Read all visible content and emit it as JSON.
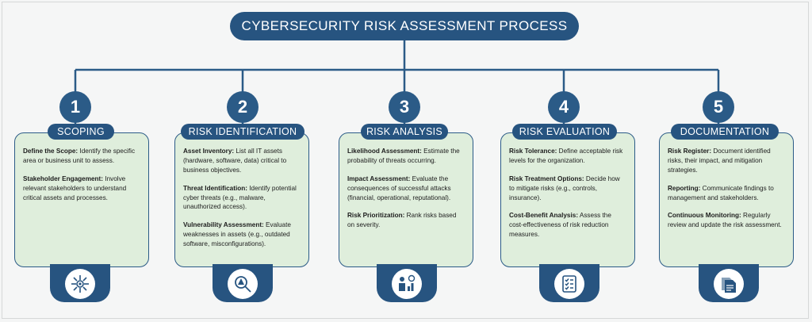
{
  "title": "CYBERSECURITY RISK ASSESSMENT PROCESS",
  "steps": [
    {
      "number": "1",
      "heading": "SCOPING",
      "icon": "network-target-icon",
      "items": [
        {
          "term": "Define the Scope:",
          "text": " Identify the specific area or business unit to assess."
        },
        {
          "term": "Stakeholder Engagement:",
          "text": " Involve relevant stakeholders to understand critical assets and processes."
        }
      ]
    },
    {
      "number": "2",
      "heading": "RISK IDENTIFICATION",
      "icon": "magnifier-warning-icon",
      "items": [
        {
          "term": "Asset Inventory:",
          "text": " List all IT assets (hardware, software, data) critical to business objectives."
        },
        {
          "term": "Threat Identification:",
          "text": " Identify potential cyber threats (e.g., malware, unauthorized access)."
        },
        {
          "term": "Vulnerability Assessment:",
          "text": " Evaluate weaknesses in assets (e.g., outdated software, misconfigurations)."
        }
      ]
    },
    {
      "number": "3",
      "heading": "RISK ANALYSIS",
      "icon": "analyst-chart-icon",
      "items": [
        {
          "term": "Likelihood Assessment:",
          "text": " Estimate the probability of threats occurring."
        },
        {
          "term": "Impact Assessment:",
          "text": " Evaluate the consequences of successful attacks (financial, operational, reputational)."
        },
        {
          "term": "Risk Prioritization:",
          "text": " Rank risks based on severity."
        }
      ]
    },
    {
      "number": "4",
      "heading": "RISK EVALUATION",
      "icon": "checklist-icon",
      "items": [
        {
          "term": "Risk Tolerance:",
          "text": " Define acceptable risk levels for the organization."
        },
        {
          "term": "Risk Treatment Options:",
          "text": " Decide how to mitigate risks (e.g., controls, insurance)."
        },
        {
          "term": "Cost-Benefit Analysis:",
          "text": " Assess the cost-effectiveness of risk reduction measures."
        }
      ]
    },
    {
      "number": "5",
      "heading": "DOCUMENTATION",
      "icon": "documents-icon",
      "items": [
        {
          "term": "Risk Register:",
          "text": " Document identified risks, their impact, and mitigation strategies."
        },
        {
          "term": "Reporting:",
          "text": " Communicate findings to management and stakeholders."
        },
        {
          "term": "Continuous Monitoring:",
          "text": " Regularly review and update the risk assessment."
        }
      ]
    }
  ],
  "colors": {
    "primary": "#275480",
    "card": "#dfeedc",
    "background": "#f4f5f5"
  }
}
